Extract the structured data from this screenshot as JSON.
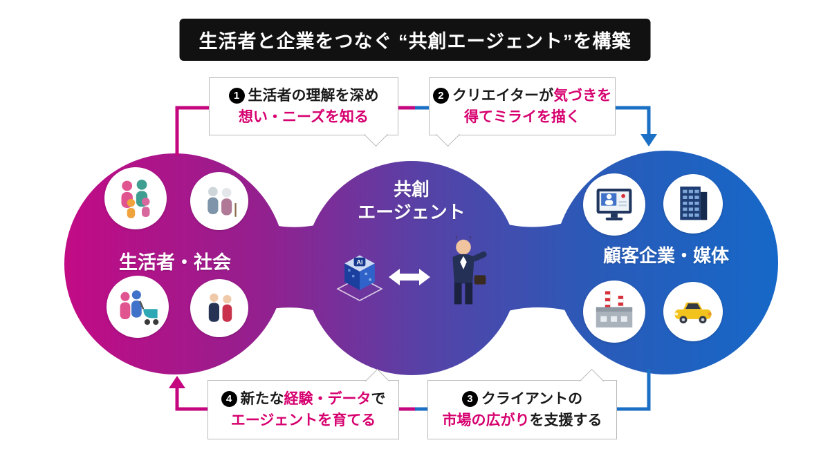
{
  "title": "生活者と企業をつなぐ “共創エージェント”を構築",
  "nodes": {
    "left": {
      "label": "生活者・社会"
    },
    "center": {
      "line1": "共創",
      "line2": "エージェント",
      "ai_label": "AI"
    },
    "right": {
      "label": "顧客企業・媒体"
    }
  },
  "callouts": [
    {
      "num": "1",
      "l1_black": "生活者の理解を深め",
      "l2_pink": "想い・ニーズを知る"
    },
    {
      "num": "2",
      "l1_black": "クリエイターが",
      "l1_pink": "気づきを",
      "l2_pink": "得てミライを描く"
    },
    {
      "num": "3",
      "l1_black": "クライアントの",
      "l2_pink": "市場の広がり",
      "l2_black": "を支援する"
    },
    {
      "num": "4",
      "l1_black1": "新たな",
      "l1_pink": "経験・データ",
      "l1_black2": "で",
      "l2_pink": "エージェントを育てる"
    }
  ],
  "icons": {
    "left_circle": [
      "family-group-icon",
      "elderly-couple-icon",
      "stroller-family-icon",
      "business-pair-icon"
    ],
    "center": [
      "ai-cube-icon",
      "double-arrow-icon",
      "businessman-icon"
    ],
    "right_circle": [
      "video-monitor-icon",
      "office-building-icon",
      "factory-icon",
      "taxi-car-icon"
    ]
  },
  "colors": {
    "magenta": "#c4067f",
    "purple": "#5741a6",
    "blue": "#1b6fc4",
    "pink_text": "#d6006f",
    "title_bg": "#111111"
  }
}
